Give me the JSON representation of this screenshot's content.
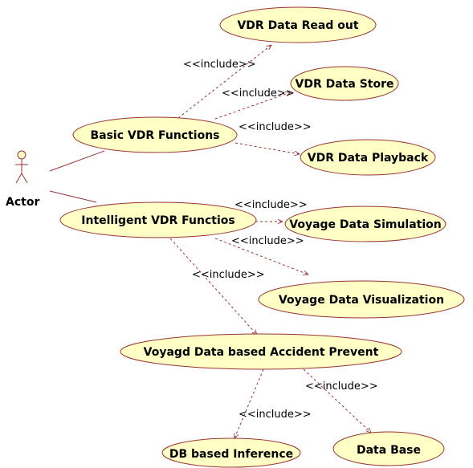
{
  "diagram": {
    "type": "use-case",
    "colors": {
      "usecase_fill": "#ffffc6",
      "usecase_stroke": "#993333",
      "line": "#993333",
      "actor_head_fill": "#ffffc6"
    },
    "actor": {
      "label": "Actor"
    },
    "use_cases": {
      "read_out": "VDR Data Read out",
      "basic": "Basic VDR Functions",
      "store": "VDR Data Store",
      "playback": "VDR Data Playback",
      "intelligent": "Intelligent VDR Functios",
      "simulation": "Voyage Data Simulation",
      "visualization": "Voyage Data Visualization",
      "accident": "Voyagd Data based Accident Prevent",
      "inference": "DB based Inference",
      "database": "Data Base"
    },
    "include_label": "<<include>>"
  }
}
